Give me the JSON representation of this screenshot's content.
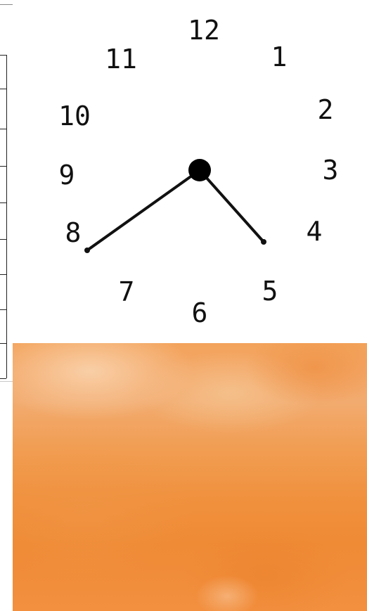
{
  "clock": {
    "numerals": [
      "12",
      "1",
      "2",
      "3",
      "4",
      "5",
      "6",
      "7",
      "8",
      "9",
      "10",
      "11"
    ],
    "time": {
      "hour_hand_points_to": "5",
      "minute_hand_points_to": "8"
    },
    "colors": {
      "ink": "#111111",
      "hub": "#000000"
    }
  },
  "watercolor_panel": {
    "colors": {
      "light": "#f6c79a",
      "mid": "#f2a060",
      "deep": "#ee8a30"
    }
  }
}
